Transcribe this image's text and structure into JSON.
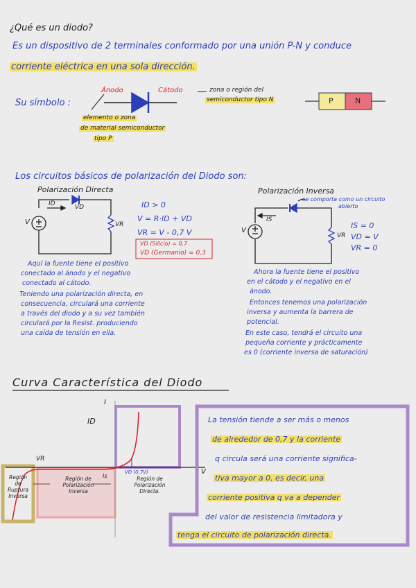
{
  "page": {
    "question": "¿Qué es un diodo?",
    "def1": "Es un dispositivo de 2 terminales conformado por una unión P-N y conduce",
    "def2": "corriente eléctrica en una sola dirección.",
    "symbol_label": "Su símbolo :",
    "anodo": "Ánodo",
    "catodo": "Cátodo",
    "catodo_desc1": "zona o región del",
    "catodo_desc2": "semiconductor tipo N",
    "anodo_desc1": "elemento o zona",
    "anodo_desc2": "de material semiconductor",
    "anodo_desc3": "tipo P",
    "p_label": "P",
    "n_label": "N",
    "circuits_title": "Los circuitos básicos de polarización del Diodo son:",
    "direct": {
      "title": "Polarización Directa",
      "id_label": "ID",
      "vd_label": "VD",
      "v_label": "V",
      "vr_label": "VR",
      "eq1": "ID > 0",
      "eq2": "V = R·ID + VD",
      "eq3": "VR = V - 0,7 V",
      "si": "VD (Silicio) = 0,7",
      "ge": "VD (Germanio) = 0,3",
      "desc": [
        "Aquí la fuente tiene el positivo",
        "conectado al ánodo y el negativo",
        "conectado al cátodo.",
        "Teniendo una polarización directa, en",
        "consecuencia, circulará una corriente",
        "a través del diodo y a su vez también",
        "circulará por la Resist. produciendo",
        "una caída de tensión en ella."
      ]
    },
    "inverse": {
      "title": "Polarización Inversa",
      "note1": "se comporta como un circuito",
      "note2": "abierto",
      "is_label": "IS",
      "v_label": "V",
      "vr_label": "VR",
      "eq1": "IS = 0",
      "eq2": "VD = V",
      "eq3": "VR = 0",
      "desc": [
        "Ahora la fuente tiene el positivo",
        "en el cátodo y el negativo en el",
        "ánodo.",
        "Entonces tenemos una polarización",
        "inversa y aumenta la barrera de",
        "potencial.",
        "En este caso, tendrá el circuito una",
        "pequeña corriente y prácticamente",
        "es 0 (corriente inversa de saturación)"
      ]
    },
    "curve_title": "Curva Característica del Diodo",
    "graph": {
      "i_axis": "I",
      "id_label": "ID",
      "vr_label": "VR",
      "v_axis": "V",
      "is_label": "Is",
      "vd_label": "VD (0,7V)",
      "r_ruptura": [
        "Región",
        "de",
        "Ruptura",
        "Inversa"
      ],
      "r_inversa": [
        "Región de",
        "Polarización",
        "Inversa"
      ],
      "r_directa": [
        "Región de",
        "Polarización",
        "Directa."
      ]
    },
    "explain": [
      "La tensión tiende a ser más o menos",
      "de alrededor de 0,7 y la corriente",
      "q circula será una corriente significa-",
      "tiva mayor a 0, es decir, una",
      "corriente positiva q va a depender",
      "del valor de resistencia limitadora y",
      "tenga el circuito de polarización directa."
    ]
  },
  "colors": {
    "ink_blue": "#2c3fb8",
    "red": "#d9262b",
    "highlight": "#f5dc3c",
    "purple": "#a98ac9",
    "pink": "#f1a3a8",
    "olive": "#c9b46a",
    "p_zone": "#f6ea9c",
    "n_zone": "#e8707c"
  }
}
